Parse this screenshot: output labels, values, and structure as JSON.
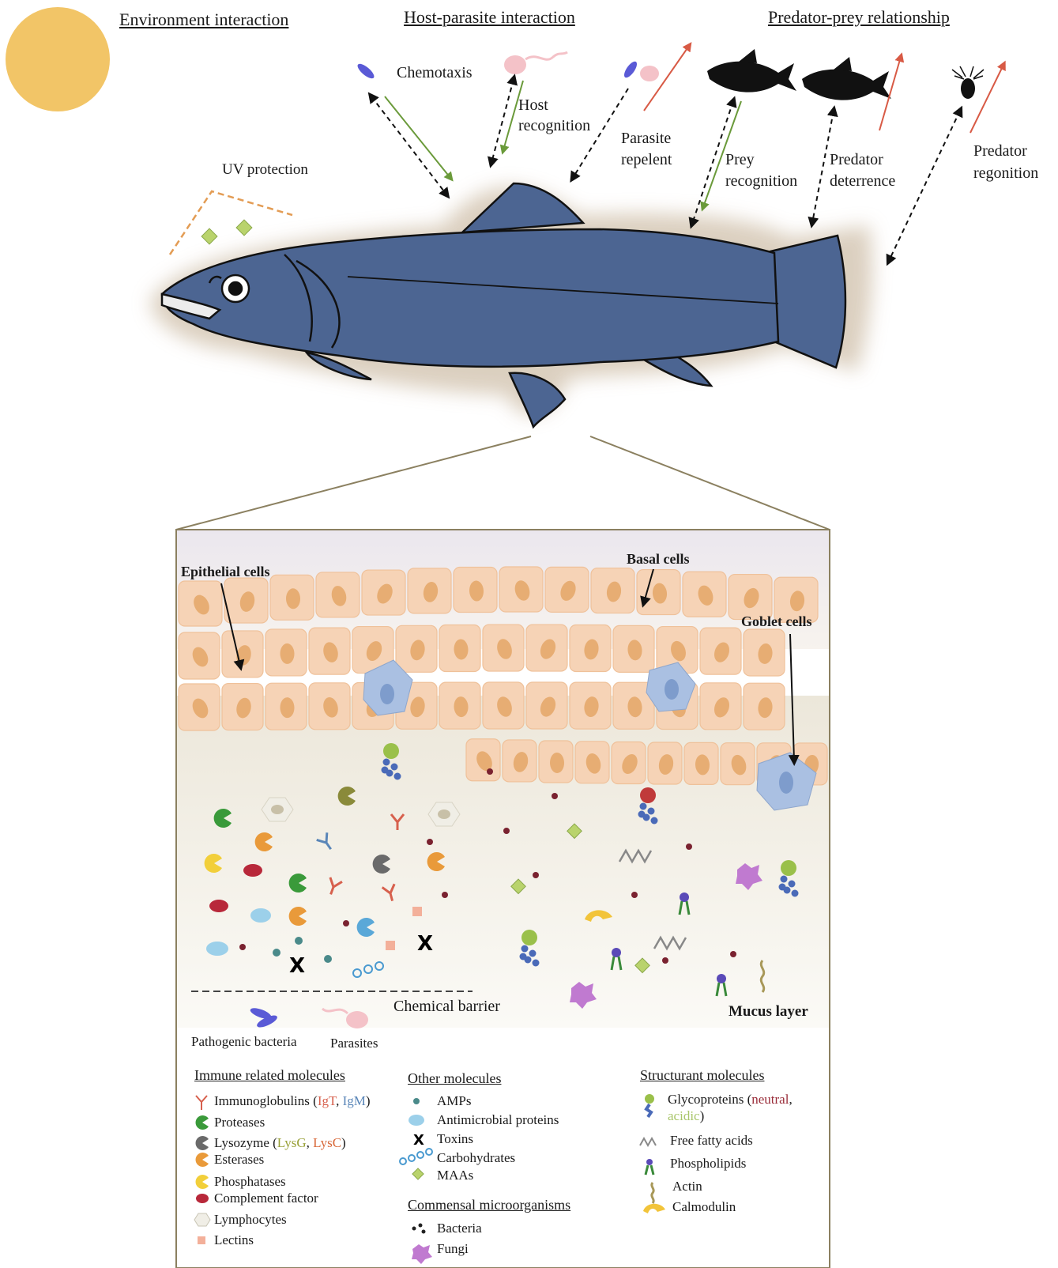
{
  "colors": {
    "sun": "#f2c567",
    "fish_body": "#4c6592",
    "fish_glow": "#d8cbb9",
    "epithelium": "#f6d3b6",
    "nucleus": "#e7ad73",
    "goblet": "#aac0e2",
    "mucus": "#f0ede0",
    "red_arrow": "#d85a45",
    "green_arrow": "#6a9a3a",
    "orange_dash": "#e39c54",
    "igt": "#d7604d",
    "igm": "#5a86b8",
    "lysg": "#9aa23a",
    "lysc": "#d8693a",
    "neutral": "#9a2d3a",
    "acidic": "#a9c66a"
  },
  "headers": {
    "environment": "Environment interaction",
    "host_parasite": "Host-parasite interaction",
    "predator_prey": "Predator-prey relationship"
  },
  "labels": {
    "uv_protection": "UV protection",
    "chemotaxis": "Chemotaxis",
    "host_recognition_1": "Host",
    "host_recognition_2": "recognition",
    "parasite_repelent_1": "Parasite",
    "parasite_repelent_2": "repelent",
    "prey_recognition_1": "Prey",
    "prey_recognition_2": "recognition",
    "predator_deterrence_1": "Predator",
    "predator_deterrence_2": "deterrence",
    "predator_regonition_1": "Predator",
    "predator_regonition_2": "regonition"
  },
  "inset": {
    "epithelial_cells": "Epithelial cells",
    "basal_cells": "Basal cells",
    "goblet_cells": "Goblet cells",
    "chemical_barrier": "Chemical barrier",
    "mucus_layer": "Mucus layer",
    "pathogenic_bacteria": "Pathogenic bacteria",
    "parasites": "Parasites"
  },
  "legend": {
    "immune": {
      "title": "Immune related molecules",
      "immunoglobulins": "Immunoglobulins (",
      "igt": "IgT",
      "sep1": ", ",
      "igm": "IgM",
      "close1": ")",
      "proteases": "Proteases",
      "lysozyme": "Lysozyme (",
      "lysg": "LysG",
      "sep2": ", ",
      "lysc": "LysC",
      "close2": ")",
      "esterases": "Esterases",
      "phosphatases": "Phosphatases",
      "complement": "Complement factor",
      "lymphocytes": "Lymphocytes",
      "lectins": "Lectins"
    },
    "other": {
      "title": "Other molecules",
      "amps": "AMPs",
      "antimicrobial": "Antimicrobial proteins",
      "toxins": "Toxins",
      "carbohydrates": "Carbohydrates",
      "maas": "MAAs"
    },
    "commensal": {
      "title": "Commensal microorganisms",
      "bacteria": "Bacteria",
      "fungi": "Fungi"
    },
    "structural": {
      "title": "Structurant molecules",
      "glycoproteins": "Glycoproteins (",
      "neutral": "neutral",
      "comma": ",",
      "acidic": "acidic",
      "close": ")",
      "free_fatty_acids": "Free fatty acids",
      "phospholipids": "Phospholipids",
      "actin": "Actin",
      "calmodulin": "Calmodulin"
    }
  },
  "icons": {
    "toxin_glyph": "X"
  }
}
